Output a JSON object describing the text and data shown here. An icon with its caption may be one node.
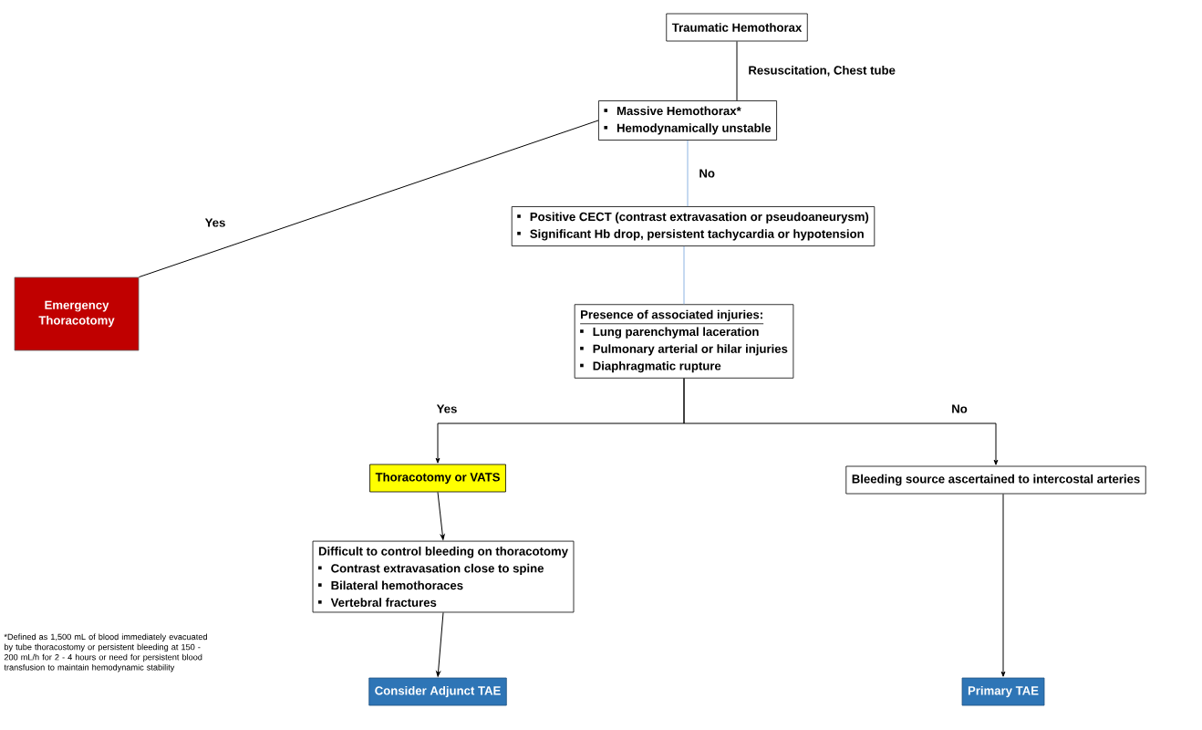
{
  "diagram": {
    "nodes": [
      {
        "text": [
          "Traumatic Hemothorax"
        ]
      },
      {
        "text": [
          "Massive Hemothorax*",
          "Hemodynamically unstable"
        ]
      },
      {
        "text": [
          "Emergency Thoracotomy"
        ]
      },
      {
        "text": [
          "Positive CECT (contrast extravasation or pseudoaneurysm)",
          "Significant Hb drop, persistent tachycardia or hypotension"
        ]
      },
      {
        "text": [
          "Presence of associated injuries:",
          "Lung parenchymal laceration",
          "Pulmonary arterial or hilar injuries",
          "Diaphragmatic rupture"
        ]
      },
      {
        "text": [
          "Thoracotomy or VATS"
        ]
      },
      {
        "text": [
          "Bleeding source ascertained to intercostal arteries"
        ]
      },
      {
        "text": [
          "Difficult to control bleeding on thoracotomy",
          "Contrast extravasation close to spine",
          "Bilateral hemothoraces",
          "Vertebral fractures"
        ]
      },
      {
        "text": [
          "Consider Adjunct TAE"
        ]
      },
      {
        "text": [
          "Primary TAE"
        ]
      }
    ],
    "edges": [
      {
        "from": 0,
        "to": 1,
        "arrow": "none",
        "label": "Resuscitation, Chest tube"
      },
      {
        "from": 1,
        "to": 2,
        "arrow": "none",
        "label": "Yes"
      },
      {
        "from": 1,
        "to": 3,
        "arrow": "none",
        "label": "No",
        "color": "#8db3e2"
      },
      {
        "from": 3,
        "to": 4,
        "arrow": "none",
        "color": "#8db3e2"
      },
      {
        "from": 4,
        "to": 5,
        "arrow": "to",
        "label": "Yes"
      },
      {
        "from": 4,
        "to": 6,
        "arrow": "to",
        "label": "No"
      },
      {
        "from": 5,
        "to": 7,
        "arrow": "to"
      },
      {
        "from": 7,
        "to": 8,
        "arrow": "to"
      },
      {
        "from": 6,
        "to": 9,
        "arrow": "to"
      }
    ],
    "labels": [
      "*Defined as 1,500 mL of blood immediately evacuated by tube thoracostomy or persistent bleeding at 150 - 200 mL/h for 2 - 4 hours or need for persistent blood transfusion to maintain hemodynamic stability"
    ]
  }
}
